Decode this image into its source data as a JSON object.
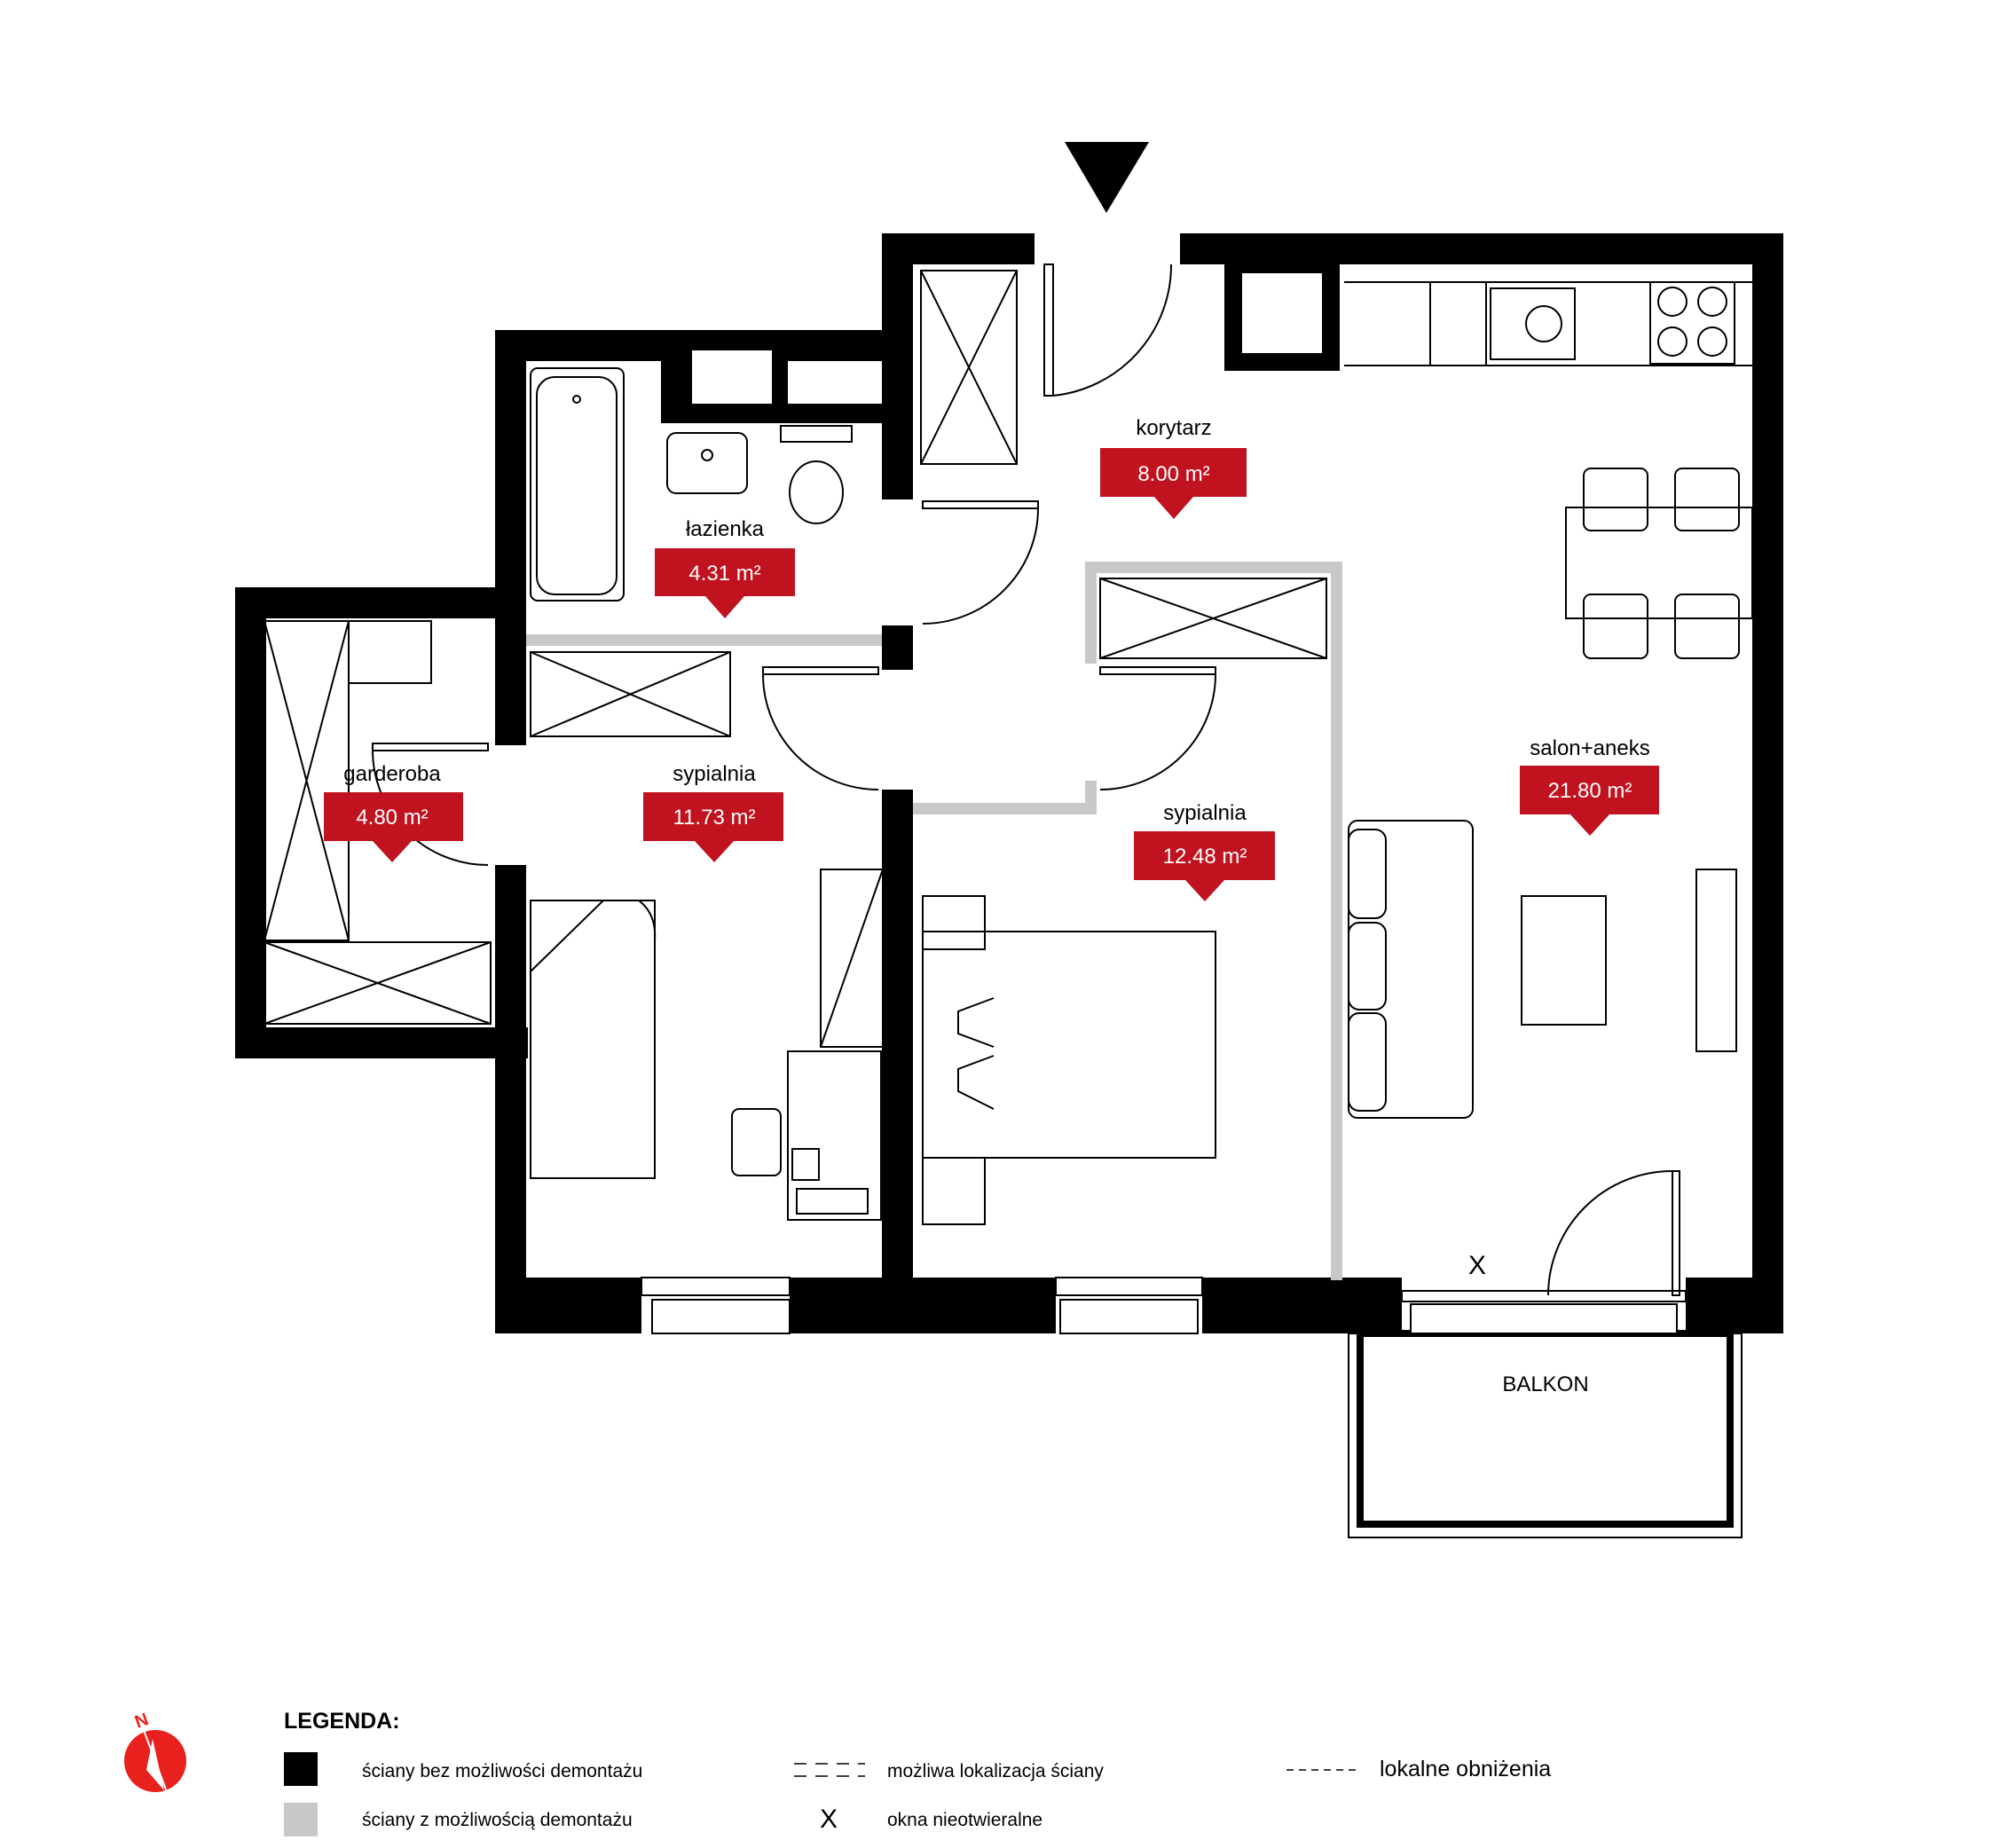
{
  "rooms": [
    {
      "name": "korytarz",
      "area": "8.00 m²"
    },
    {
      "name": "łazienka",
      "area": "4.31 m²"
    },
    {
      "name": "garderoba",
      "area": "4.80 m²"
    },
    {
      "name": "sypialnia",
      "area": "11.73 m²"
    },
    {
      "name": "sypialnia",
      "area": "12.48 m²"
    },
    {
      "name": "salon+aneks",
      "area": "21.80 m²"
    }
  ],
  "balcony_label": "BALKON",
  "fixed_window_mark": "X",
  "compass_letter": "N",
  "legend": {
    "title": "LEGENDA:",
    "items": {
      "fixed_walls": "ściany bez możliwości demontażu",
      "removable_walls": "ściany z możliwością demontażu",
      "possible_wall": "możliwa lokalizacja ściany",
      "fixed_windows_symbol": "X",
      "fixed_windows": "okna nieotwieralne",
      "lowered_ceiling": "lokalne obniżenia"
    }
  },
  "colors": {
    "label_red": "#c1121f",
    "fixed_wall": "#000000",
    "removable_wall": "#c8c8c8",
    "compass_red": "#e8201e"
  }
}
